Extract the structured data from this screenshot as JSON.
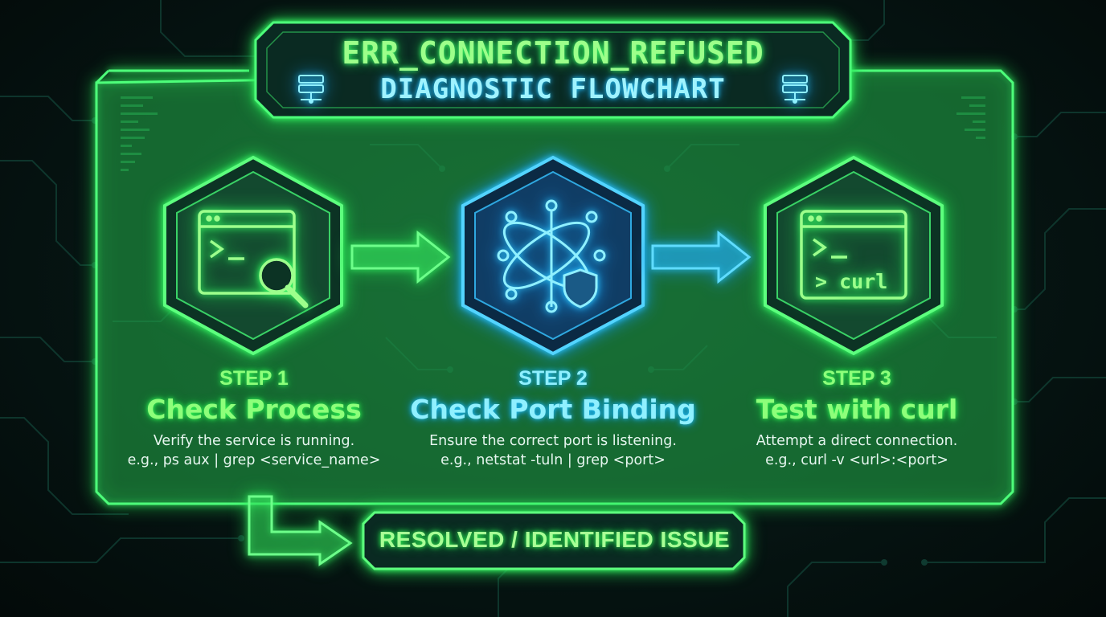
{
  "header": {
    "title": "ERR_CONNECTION_REFUSED",
    "subtitle": "DIAGNOSTIC FLOWCHART"
  },
  "steps": [
    {
      "label": "STEP 1",
      "title": "Check Process",
      "description": "Verify the service is running.",
      "example": "e.g., ps aux | grep <service_name>",
      "icon": "terminal-search-icon",
      "color": "#8dff7a"
    },
    {
      "label": "STEP 2",
      "title": "Check Port Binding",
      "description": "Ensure the correct port is listening.",
      "example": "e.g., netstat -tuln | grep <port>",
      "icon": "network-shield-icon",
      "color": "#8ff0ff"
    },
    {
      "label": "STEP 3",
      "title": "Test with curl",
      "description": "Attempt a direct connection.",
      "example": "e.g., curl -v <url>:<port>",
      "icon": "terminal-curl-icon",
      "terminal_text": "> curl",
      "color": "#8dff7a"
    }
  ],
  "outcome": {
    "label": "RESOLVED / IDENTIFIED ISSUE"
  },
  "colors": {
    "accent_green": "#3dff6a",
    "accent_blue": "#2ecbff",
    "background": "#05110f"
  }
}
